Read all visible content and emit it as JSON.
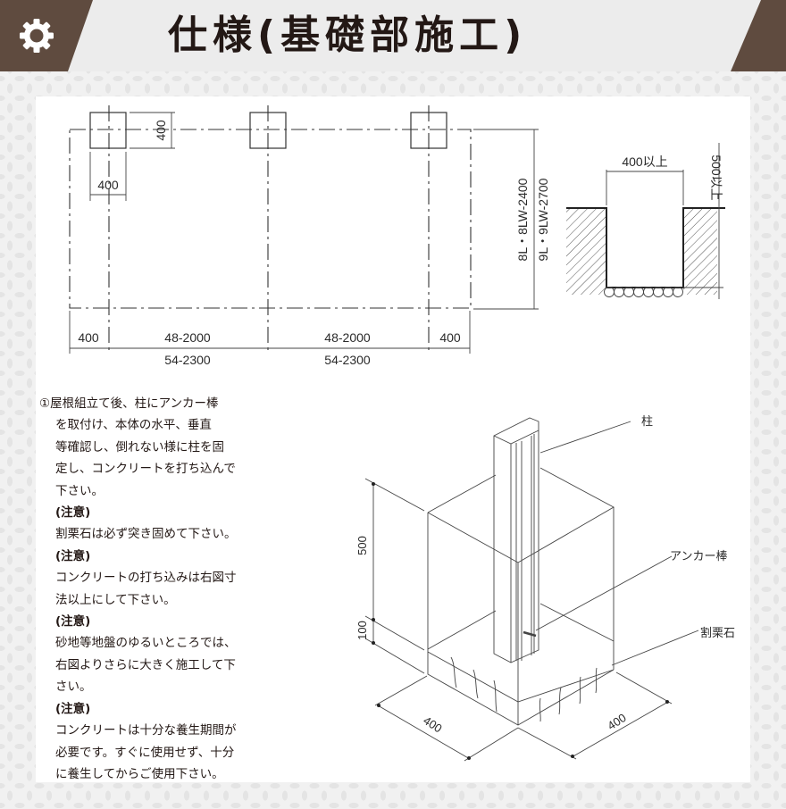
{
  "header": {
    "icon": "gear-icon",
    "title": "仕様(基礎部施工)",
    "colors": {
      "tab": "#5f4b3f",
      "band": "#ececec",
      "title": "#231815"
    }
  },
  "plan_view": {
    "post_size_h": "400",
    "post_size_w": "400",
    "depth_label_1": "8L・8LW-2400",
    "depth_label_2": "9L・9LW-2700",
    "bottom_dims": {
      "left_end": "400",
      "span1_top": "48-2000",
      "span1_bottom": "54-2300",
      "span2_top": "48-2000",
      "span2_bottom": "54-2300",
      "right_end": "400"
    }
  },
  "section_view": {
    "width_label": "400以上",
    "depth_label": "500以上"
  },
  "iso_view": {
    "post_label": "柱",
    "anchor_label": "アンカー棒",
    "gravel_label": "割栗石",
    "height_500": "500",
    "height_100": "100",
    "base_left": "400",
    "base_right": "400"
  },
  "notes": {
    "item1_lines": [
      "①屋根組立て後、柱にアンカー棒",
      "を取付け、本体の水平、垂直",
      "等確認し、倒れない様に柱を固",
      "定し、コンクリートを打ち込んで",
      "下さい。"
    ],
    "caution_label": "(注意)",
    "caution1": [
      "割栗石は必ず突き固めて下さい。"
    ],
    "caution2": [
      "コンクリートの打ち込みは右図寸",
      "法以上にして下さい。"
    ],
    "caution3": [
      "砂地等地盤のゆるいところでは、",
      "右図よりさらに大きく施工して下",
      "さい。"
    ],
    "caution4": [
      "コンクリートは十分な養生期間が",
      "必要です。すぐに使用せず、十分",
      "に養生してからご使用下さい。"
    ]
  }
}
